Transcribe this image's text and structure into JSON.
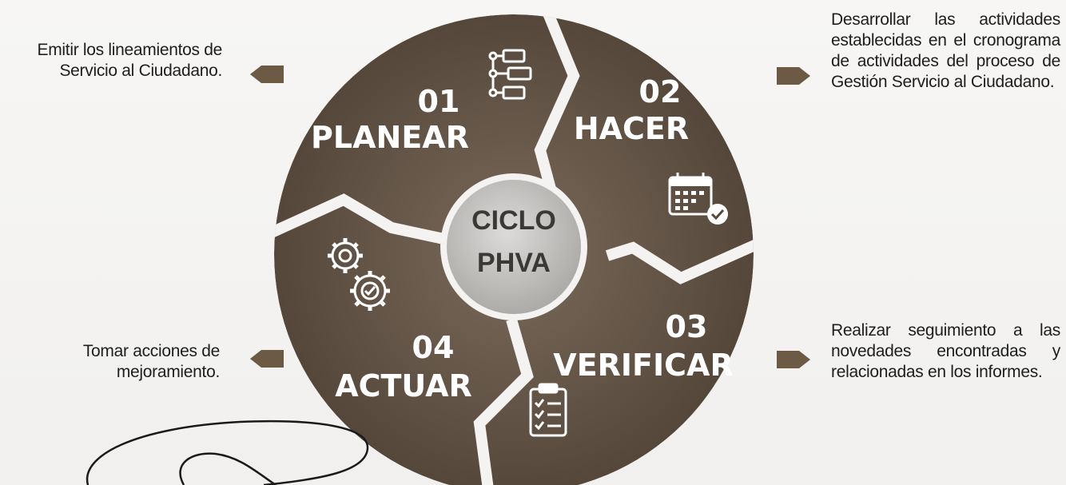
{
  "center": {
    "line1": "CICLO",
    "line2": "PHVA"
  },
  "phases": [
    {
      "number": "01",
      "name": "PLANEAR",
      "icon": "flowchart-icon"
    },
    {
      "number": "02",
      "name": "HACER",
      "icon": "calendar-check-icon"
    },
    {
      "number": "03",
      "name": "VERIFICAR",
      "icon": "clipboard-checklist-icon"
    },
    {
      "number": "04",
      "name": "ACTUAR",
      "icon": "gears-icon"
    }
  ],
  "descriptions": {
    "planear": "Emitir los lineamientos de Servicio al Ciudadano.",
    "hacer": "Desarrollar las actividades establecidas en el cronograma de actividades del proceso de Gestión Servicio al Ciudadano.",
    "verificar": "Realizar seguimiento a las novedades encontradas y relacionadas en los informes.",
    "actuar": "Tomar acciones de mejoramiento."
  },
  "colors": {
    "segment_dark": "#57483a",
    "segment_mid": "#67584a",
    "segment_light": "#7a6a5a",
    "center_fill": "#c9c8c6",
    "arrow_fill": "#6d5a45"
  }
}
